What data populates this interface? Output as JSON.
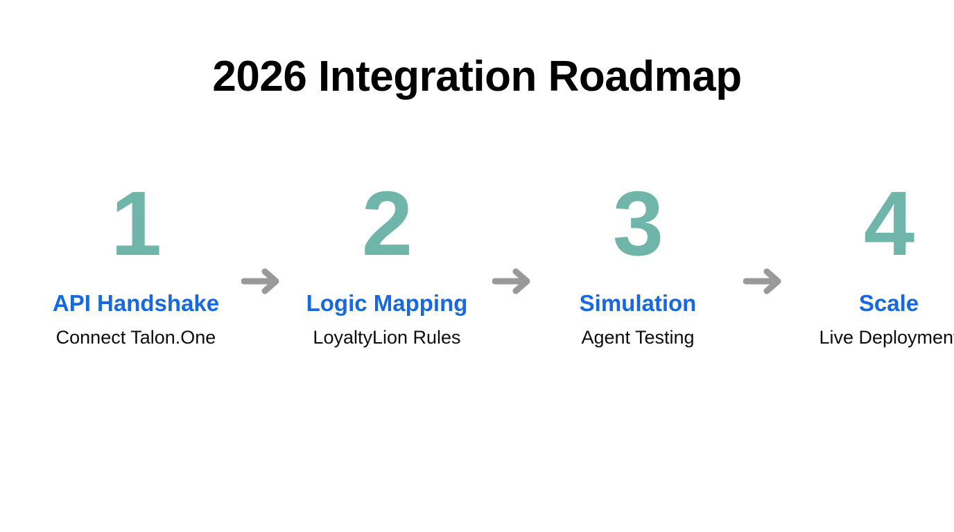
{
  "slide": {
    "background_color": "#ffffff",
    "title": "2026 Integration Roadmap"
  },
  "theme": {
    "number_color": "#6fb5aa",
    "title_color": "#1668e3",
    "caption_color": "#0d0d0d",
    "arrow_color": "#999999",
    "heading_color": "#000000"
  },
  "steps": [
    {
      "number": "1",
      "title": "API Handshake",
      "caption": "Connect Talon.One"
    },
    {
      "number": "2",
      "title": "Logic Mapping",
      "caption": "LoyaltyLion Rules"
    },
    {
      "number": "3",
      "title": "Simulation",
      "caption": "Agent Testing"
    },
    {
      "number": "4",
      "title": "Scale",
      "caption": "Live Deployment"
    }
  ],
  "connectors": [
    {
      "icon": "arrow-right-icon"
    },
    {
      "icon": "arrow-right-icon"
    },
    {
      "icon": "arrow-right-icon"
    }
  ]
}
